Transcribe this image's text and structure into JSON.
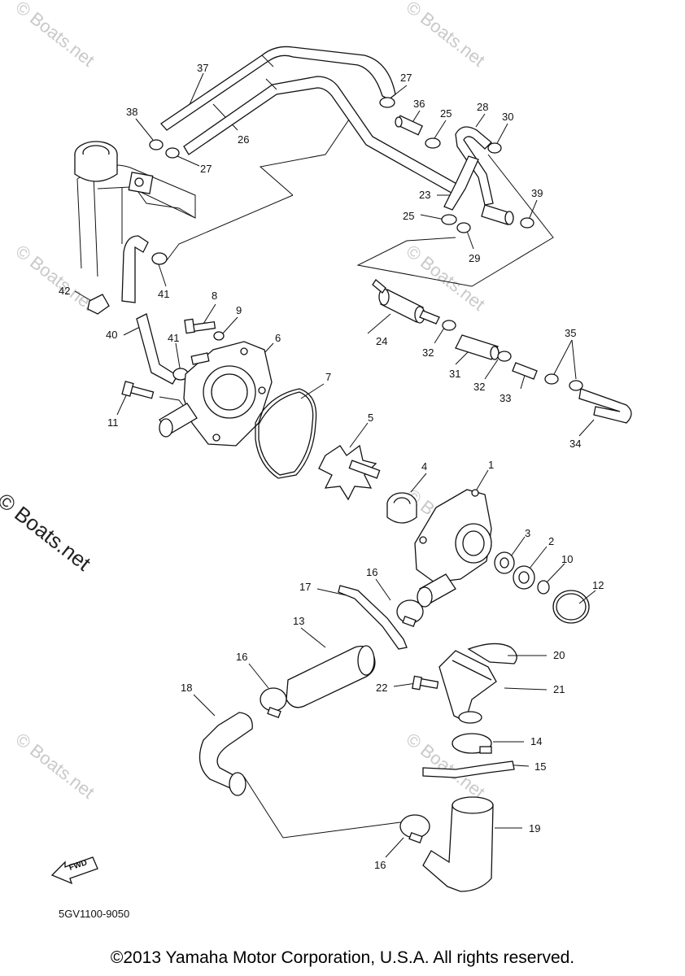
{
  "watermark": {
    "text": "© Boats.net"
  },
  "diagram_code": "5GV1100-9050",
  "copyright": "©2013 Yamaha Motor Corporation, U.S.A. All rights reserved.",
  "fwd_label": "FWD",
  "callouts": {
    "p1": "1",
    "p2": "2",
    "p3": "3",
    "p4": "4",
    "p5": "5",
    "p6": "6",
    "p7": "7",
    "p8": "8",
    "p9": "9",
    "p10": "10",
    "p11": "11",
    "p12": "12",
    "p13": "13",
    "p14": "14",
    "p15": "15",
    "p16a": "16",
    "p16b": "16",
    "p16c": "16",
    "p17": "17",
    "p18": "18",
    "p19": "19",
    "p20": "20",
    "p21": "21",
    "p22": "22",
    "p23": "23",
    "p24": "24",
    "p25a": "25",
    "p25b": "25",
    "p26": "26",
    "p27a": "27",
    "p27b": "27",
    "p28": "28",
    "p29": "29",
    "p30": "30",
    "p31": "31",
    "p32a": "32",
    "p32b": "32",
    "p33": "33",
    "p34": "34",
    "p35": "35",
    "p36": "36",
    "p37": "37",
    "p38": "38",
    "p39": "39",
    "p40": "40",
    "p41a": "41",
    "p41b": "41",
    "p42": "42"
  }
}
